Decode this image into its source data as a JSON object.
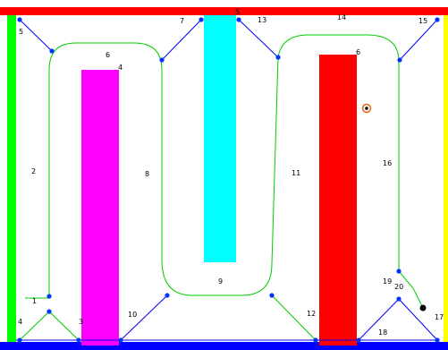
{
  "colors": {
    "top_wall": "#ff0000",
    "left_wall": "#00ff00",
    "bottom_wall": "#0000ff",
    "right_wall": "#ffff00",
    "obstacle_magenta": "#ff00ff",
    "obstacle_cyan": "#00ffff",
    "obstacle_red": "#ff0000",
    "graph_edge_blue": "#0000ff",
    "path_green": "#00cc00",
    "node_blue": "#0033ff",
    "target_orange": "#e8631a",
    "robot_black": "#000000"
  },
  "obstacles": [
    {
      "id": "obstacle-magenta",
      "label": "4",
      "color_key": "obstacle_magenta"
    },
    {
      "id": "obstacle-cyan",
      "label": "5",
      "color_key": "obstacle_cyan"
    },
    {
      "id": "obstacle-red",
      "label": "6",
      "color_key": "obstacle_red"
    }
  ],
  "node_labels": [
    "1",
    "2",
    "3",
    "4",
    "5",
    "6",
    "7",
    "8",
    "9",
    "10",
    "11",
    "12",
    "13",
    "14",
    "15",
    "16",
    "17",
    "18",
    "19",
    "20"
  ],
  "markers": {
    "target_icon": "target-circle-icon",
    "robot_icon": "robot-dot-icon"
  }
}
